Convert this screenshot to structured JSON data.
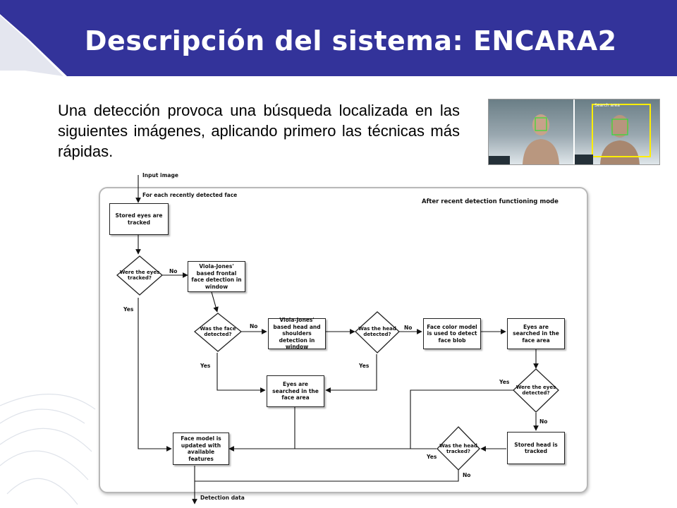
{
  "slide": {
    "title": "Descripción del sistema: ENCARA2",
    "intro": "Una detección provoca una búsqueda localizada en las siguientes imágenes, aplicando primero las técnicas más rápidas."
  },
  "photo": {
    "search_area_label": "Search area"
  },
  "colors": {
    "header": "#33339a",
    "face_box": "#33dd33",
    "search_box": "#ffee00"
  },
  "diagram": {
    "mode_title": "After recent detection functioning mode",
    "input_label": "Input image",
    "loop_label": "For each recently detected face",
    "output_label": "Detection data",
    "nodes": {
      "stored_eyes": "Stored eyes are tracked",
      "vj_frontal": "Viola-Jones' based frontal face detection in window",
      "vj_head": "Viola-Jones' based head and shoulders detection in window",
      "color_model": "Face color model is used to detect face blob",
      "eyes_search_right": "Eyes are searched in the face area",
      "eyes_search_mid": "Eyes are searched in the face area",
      "face_model": "Face model is updated with available features",
      "stored_head": "Stored head is tracked"
    },
    "decisions": {
      "eyes_tracked": "Were the eyes tracked?",
      "face_detected": "Was the face detected?",
      "head_detected": "Was the head detected?",
      "eyes_detected": "Were the eyes detected?",
      "head_tracked": "Was the head tracked?"
    },
    "edge_labels": {
      "eyes_tracked_no": "No",
      "eyes_tracked_yes": "Yes",
      "face_detected_no": "No",
      "face_detected_yes": "Yes",
      "head_detected_no": "No",
      "head_detected_yes": "Yes",
      "eyes_detected_yes": "Yes",
      "eyes_detected_no": "No",
      "head_tracked_yes": "Yes",
      "head_tracked_no": "No"
    }
  }
}
